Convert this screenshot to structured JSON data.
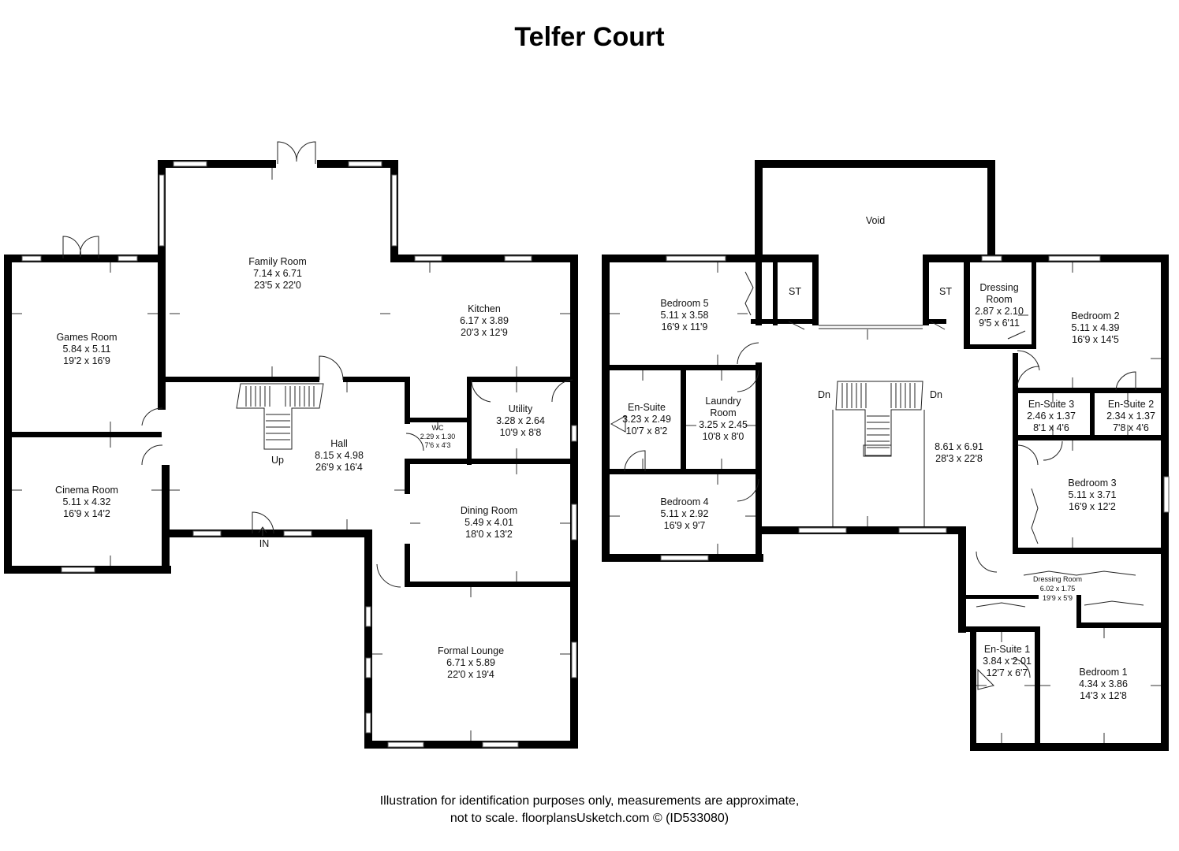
{
  "title": "Telfer Court",
  "footer": {
    "line1": "Illustration for identification purposes only, measurements are approximate,",
    "line2": "not to scale. floorplansUsketch.com © (ID533080)"
  },
  "ground_floor": {
    "family_room": {
      "name": "Family Room",
      "metric": "7.14 x 6.71",
      "imperial": "23'5 x 22'0"
    },
    "kitchen": {
      "name": "Kitchen",
      "metric": "6.17 x 3.89",
      "imperial": "20'3 x 12'9"
    },
    "games_room": {
      "name": "Games Room",
      "metric": "5.84 x 5.11",
      "imperial": "19'2 x 16'9"
    },
    "cinema_room": {
      "name": "Cinema Room",
      "metric": "5.11 x 4.32",
      "imperial": "16'9 x 14'2"
    },
    "hall": {
      "name": "Hall",
      "metric": "8.15 x 4.98",
      "imperial": "26'9 x 16'4"
    },
    "wc": {
      "name": "WC",
      "metric": "2.29 x 1.30",
      "imperial": "7'6 x 4'3"
    },
    "utility": {
      "name": "Utility",
      "metric": "3.28 x 2.64",
      "imperial": "10'9 x 8'8"
    },
    "dining_room": {
      "name": "Dining Room",
      "metric": "5.49 x 4.01",
      "imperial": "18'0 x 13'2"
    },
    "formal_lounge": {
      "name": "Formal Lounge",
      "metric": "6.71 x 5.89",
      "imperial": "22'0 x 19'4"
    },
    "stairs_label": "Up",
    "entrance_label": "IN"
  },
  "first_floor": {
    "void": {
      "name": "Void"
    },
    "bedroom5": {
      "name": "Bedroom 5",
      "metric": "5.11 x 3.58",
      "imperial": "16'9 x 11'9"
    },
    "st_left": {
      "name": "ST"
    },
    "st_right": {
      "name": "ST"
    },
    "dressing_room_top": {
      "name_line1": "Dressing",
      "name_line2": "Room",
      "metric": "2.87 x 2.10",
      "imperial": "9'5 x 6'11"
    },
    "bedroom2": {
      "name": "Bedroom 2",
      "metric": "5.11 x 4.39",
      "imperial": "16'9 x 14'5"
    },
    "ensuite": {
      "name": "En-Suite",
      "metric": "3.23 x 2.49",
      "imperial": "10'7 x 8'2"
    },
    "laundry": {
      "name_line1": "Laundry",
      "name_line2": "Room",
      "metric": "3.25 x 2.45",
      "imperial": "10'8 x 8'0"
    },
    "landing": {
      "metric": "8.61 x 6.91",
      "imperial": "28'3 x 22'8"
    },
    "ensuite3": {
      "name": "En-Suite 3",
      "metric": "2.46 x 1.37",
      "imperial": "8'1 x 4'6"
    },
    "ensuite2": {
      "name": "En-Suite 2",
      "metric": "2.34 x 1.37",
      "imperial": "7'8 x 4'6"
    },
    "bedroom3": {
      "name": "Bedroom 3",
      "metric": "5.11 x 3.71",
      "imperial": "16'9 x 12'2"
    },
    "bedroom4": {
      "name": "Bedroom 4",
      "metric": "5.11 x 2.92",
      "imperial": "16'9 x 9'7"
    },
    "dressing_room_main": {
      "name": "Dressing Room",
      "metric": "6.02 x 1.75",
      "imperial": "19'9 x 5'9"
    },
    "ensuite1": {
      "name": "En-Suite 1",
      "metric": "3.84 x 2.01",
      "imperial": "12'7 x 6'7"
    },
    "bedroom1": {
      "name": "Bedroom 1",
      "metric": "4.34 x 3.86",
      "imperial": "14'3 x 12'8"
    },
    "dn_left": "Dn",
    "dn_right": "Dn"
  }
}
